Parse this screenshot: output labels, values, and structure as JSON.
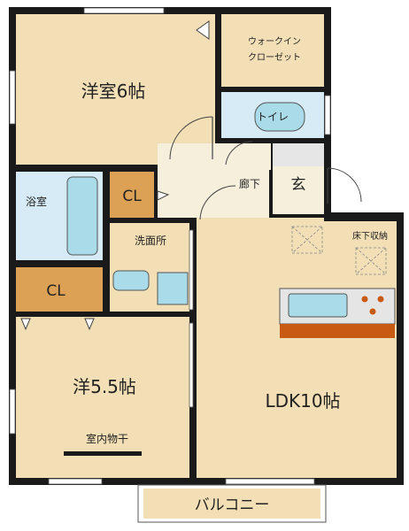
{
  "rooms": {
    "western_6": "洋室6帖",
    "walk_in_closet_line1": "ウォークイン",
    "walk_in_closet_line2": "クローゼット",
    "toilet": "トイレ",
    "bath": "浴室",
    "closet_upper": "CL",
    "corridor": "廊下",
    "entrance": "玄",
    "washroom": "洗面所",
    "underfloor_storage": "床下収納",
    "closet_lower": "CL",
    "western_5_5": "洋5.5帖",
    "indoor_drying": "室内物干",
    "ldk": "LDK10帖",
    "balcony": "バルコニー"
  },
  "colors": {
    "floor": "#f3dfb5",
    "hall": "#f6efdc",
    "wet_area": "#d6ebf5",
    "closet": "#dca155",
    "kitchen_counter": "#c85a14",
    "wall": "#1a1a1a"
  }
}
